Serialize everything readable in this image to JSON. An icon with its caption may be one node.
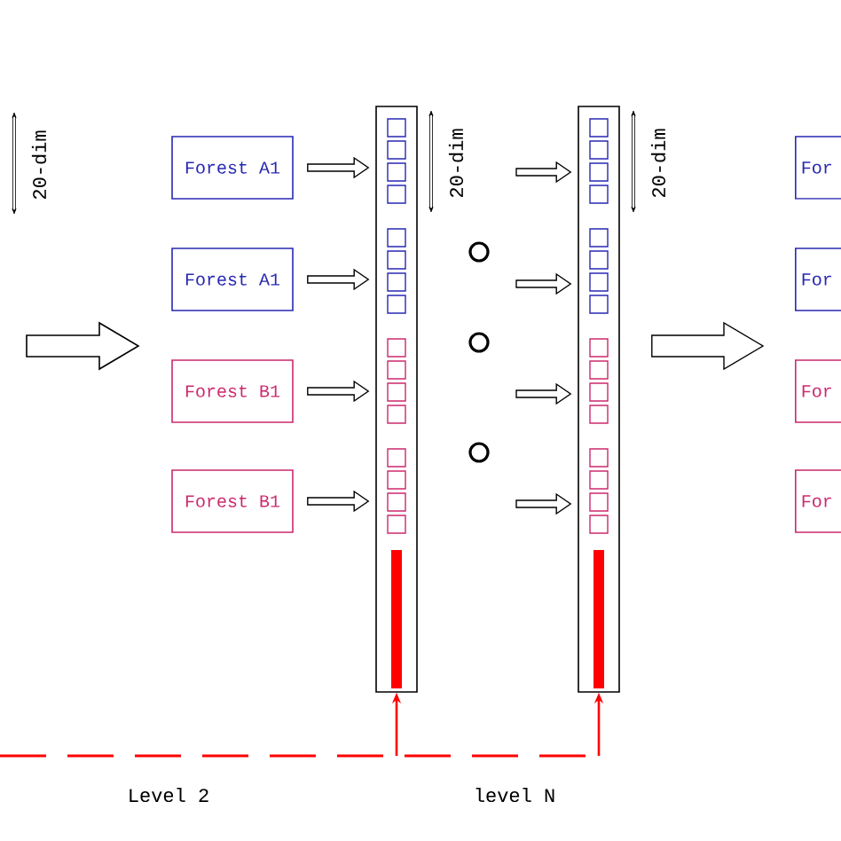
{
  "diagram": {
    "nodes": [
      {
        "text": [
          "Forest A1"
        ]
      },
      {
        "text": [
          "Forest A1"
        ]
      },
      {
        "text": [
          "Forest B1"
        ]
      },
      {
        "text": [
          "Forest B1"
        ]
      },
      {
        "text": [],
        "shape": "box"
      },
      {
        "text": [],
        "shape": "box"
      },
      {
        "text": [
          "For"
        ]
      },
      {
        "text": [
          "For"
        ]
      },
      {
        "text": [
          "For"
        ]
      },
      {
        "text": [
          "For"
        ]
      }
    ],
    "edges": [
      {
        "from": 0,
        "to": 4,
        "arrow": "to"
      },
      {
        "from": 1,
        "to": 4,
        "arrow": "to"
      },
      {
        "from": 2,
        "to": 4,
        "arrow": "to"
      },
      {
        "from": 3,
        "to": 4,
        "arrow": "to"
      },
      {
        "from": null,
        "to": 5,
        "arrow": "to"
      },
      {
        "from": null,
        "to": 5,
        "arrow": "to"
      },
      {
        "from": null,
        "to": 5,
        "arrow": "to"
      },
      {
        "from": null,
        "to": 5,
        "arrow": "to"
      },
      {
        "from": 5,
        "to": null,
        "arrow": "to"
      },
      {
        "from": null,
        "to": 4,
        "arrow": "to",
        "color": "#ff0000"
      },
      {
        "from": null,
        "to": 5,
        "arrow": "to",
        "color": "#ff0000"
      }
    ],
    "labels": [
      "20-dim",
      "20-dim",
      "20-dim",
      "Level 2",
      "level N"
    ]
  }
}
